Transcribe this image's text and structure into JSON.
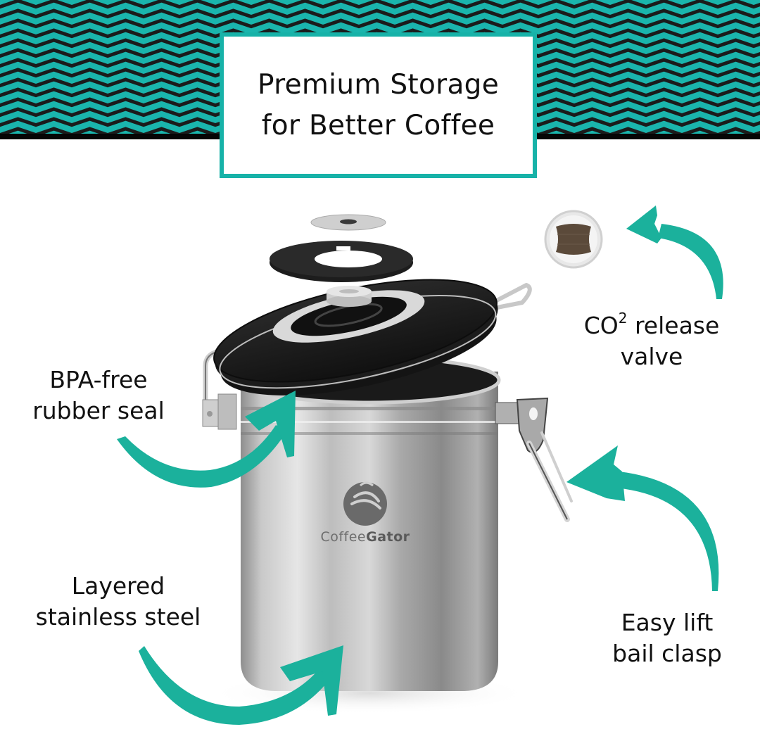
{
  "header": {
    "title_lines": [
      "Premium Storage",
      "for Better Coffee"
    ]
  },
  "product": {
    "brand_text": "CoffeeGator",
    "brand_part1": "Coffee",
    "brand_part2": "Gator"
  },
  "features": [
    {
      "id": "rubber-seal",
      "lines": [
        "BPA-free",
        "rubber seal"
      ]
    },
    {
      "id": "co2-valve",
      "line1_main": "CO",
      "line1_sup": "2",
      "line1_rest": " release",
      "lines": [
        "CO² release",
        "valve"
      ]
    },
    {
      "id": "stainless-steel",
      "lines": [
        "Layered",
        "stainless steel"
      ]
    },
    {
      "id": "bail-clasp",
      "lines": [
        "Easy lift",
        "bail clasp"
      ]
    }
  ],
  "colors": {
    "teal_banner": "#1ab5ad",
    "teal_arrow": "#1bb19c",
    "chevron_dark": "#1b1b1b",
    "frame_teal": "#17b2a8",
    "steel": "#b9b9b9",
    "lid_black": "#1e1e1e",
    "valve_brown": "#5b4a3a"
  }
}
